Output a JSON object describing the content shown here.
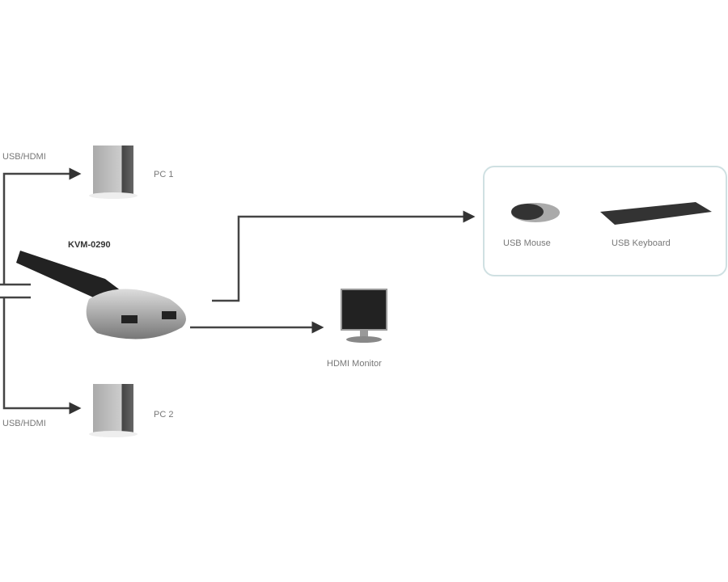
{
  "labels": {
    "pc1_conn": "USB/HDMI",
    "pc2_conn": "USB/HDMI",
    "pc1": "PC 1",
    "pc2": "PC 2",
    "kvm": "KVM-0290",
    "monitor": "HDMI Monitor",
    "mouse": "USB Mouse",
    "keyboard": "USB Keyboard"
  }
}
